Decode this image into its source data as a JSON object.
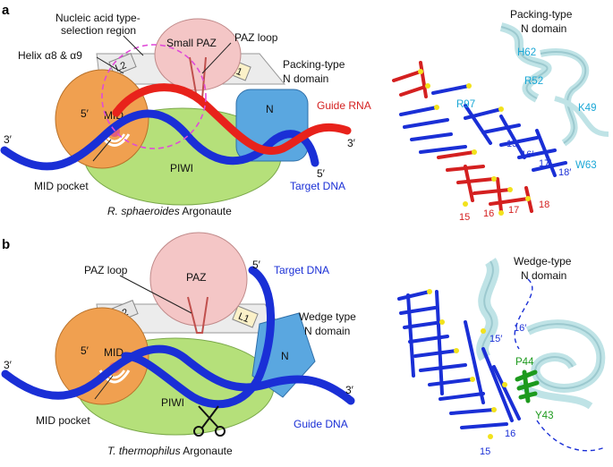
{
  "panel_a": {
    "panel_label": "a",
    "nucleic_line1": "Nucleic acid type-",
    "nucleic_line2": "selection region",
    "helix_label": "Helix α8 & α9",
    "small_paz": "Small PAZ",
    "paz_loop": "PAZ loop",
    "packing_line1": "Packing-type",
    "packing_line2": "N domain",
    "l2": "L2",
    "l1": "L1",
    "n": "N",
    "mid": "MID",
    "five_prime_mid": "5′",
    "piwi": "PIWI",
    "three_prime_left": "3′",
    "three_prime_right": "3′",
    "five_prime_dna": "5′",
    "guide": "Guide RNA",
    "target": "Target DNA",
    "mid_pocket": "MID pocket",
    "species": "R. sphaeroides",
    "species_suffix": " Argonaute",
    "struct_title_1": "Packing-type",
    "struct_title_2": "N domain",
    "residues": {
      "h62": "H62",
      "r52": "R52",
      "r97": "R97",
      "k49": "K49",
      "w63": "W63",
      "n15p": "15′",
      "n16p": "16′",
      "n17p": "17′",
      "n18p": "18′",
      "n15": "15",
      "n16": "16",
      "n17": "17",
      "n18": "18"
    }
  },
  "panel_b": {
    "panel_label": "b",
    "paz_loop": "PAZ loop",
    "paz": "PAZ",
    "five_prime_top": "5′",
    "target": "Target DNA",
    "wedge_line1": "Wedge type",
    "wedge_line2": "N domain",
    "l2": "L2",
    "l1": "L1",
    "n": "N",
    "mid": "MID",
    "five_prime_mid": "5′",
    "piwi": "PIWI",
    "three_prime_left": "3′",
    "three_prime_right": "3′",
    "guide": "Guide DNA",
    "mid_pocket": "MID pocket",
    "species": "T. thermophilus",
    "species_suffix": " Argonaute",
    "struct_title_1": "Wedge-type",
    "struct_title_2": "N domain",
    "residues": {
      "p44": "P44",
      "y43": "Y43",
      "n15p": "15′",
      "n16p": "16′",
      "n15": "15",
      "n16": "16"
    }
  },
  "colors": {
    "guide_rna": "#e8221b",
    "target_dna": "#1a2fd6",
    "mid": "#f0a050",
    "piwi": "#b5e07a",
    "paz": "#f4c6c6",
    "n_domain": "#5aa7e0",
    "protein_ribbon": "#bfe3e6",
    "residue_label": "#1aa7d6",
    "wedge_residue": "#1d9a1d"
  }
}
